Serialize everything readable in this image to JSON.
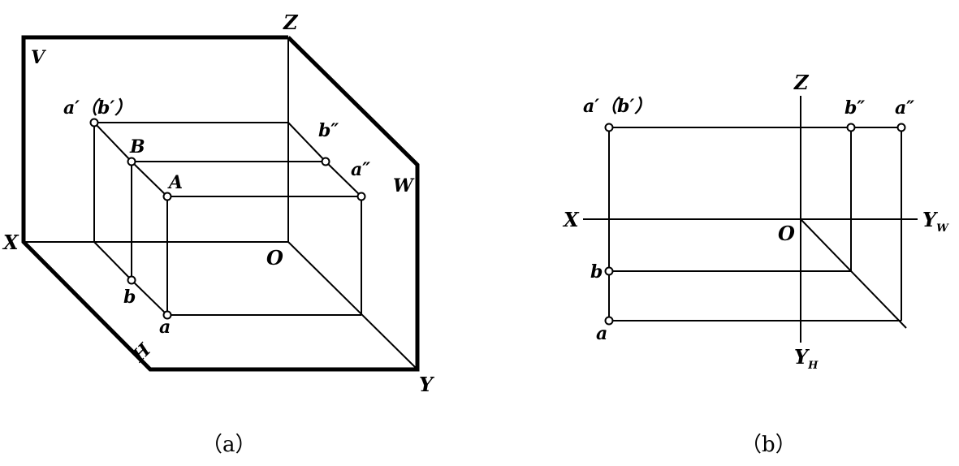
{
  "figure_a": {
    "plane_v": "V",
    "plane_w": "W",
    "plane_h": "H",
    "axis_z": "Z",
    "axis_x": "X",
    "axis_y": "Y",
    "origin": "O",
    "label_ab_prime": "a′（b′）",
    "label_B": "B",
    "label_A": "A",
    "label_b_dprime": "b″",
    "label_a_dprime": "a″",
    "label_b": "b",
    "label_a": "a",
    "caption": "（a）"
  },
  "figure_b": {
    "axis_z": "Z",
    "axis_x": "X",
    "axis_yw_main": "Y",
    "axis_yw_sub": "W",
    "axis_yh_main": "Y",
    "axis_yh_sub": "H",
    "origin": "O",
    "label_ab_prime": "a′（b′）",
    "label_b_dprime": "b″",
    "label_a_dprime": "a″",
    "label_b": "b",
    "label_a": "a",
    "caption": "（b）"
  }
}
